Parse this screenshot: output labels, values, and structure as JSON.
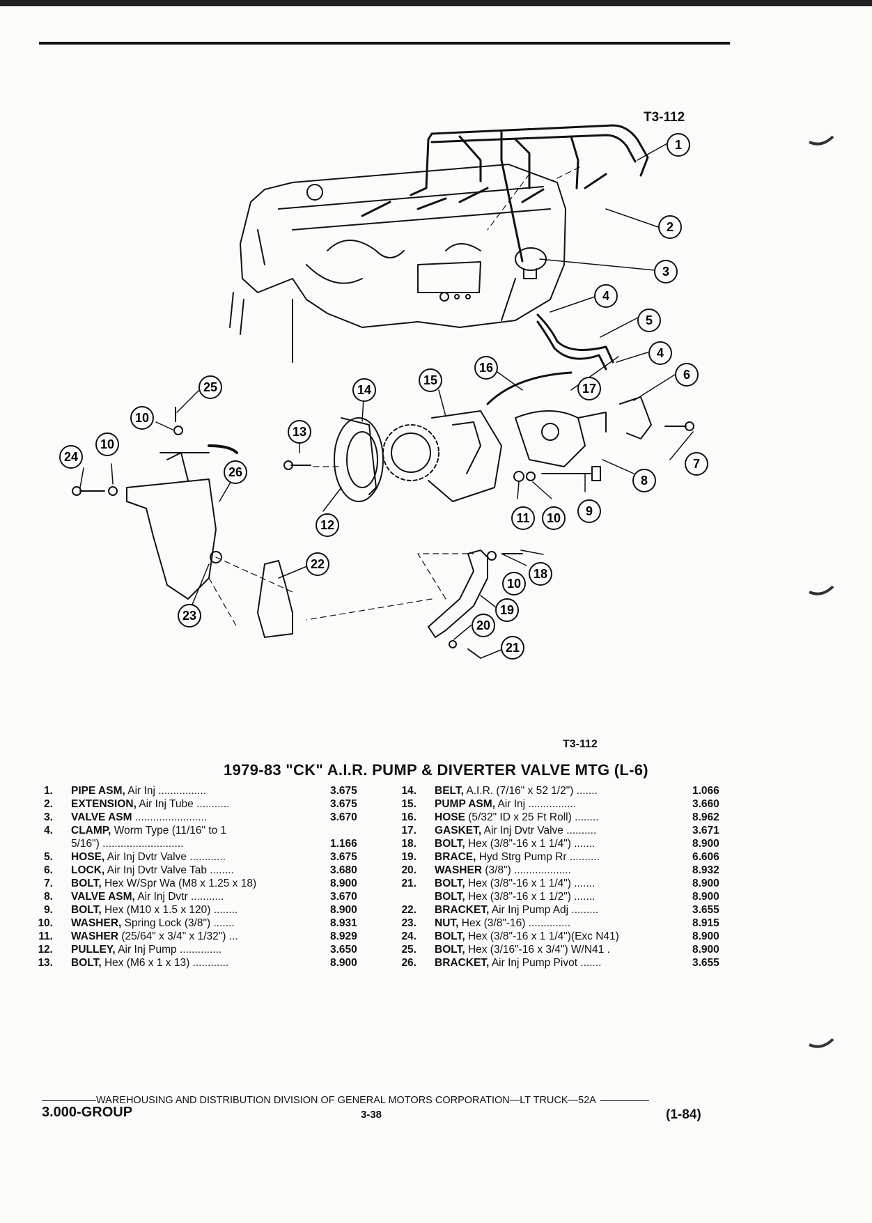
{
  "figure_code_top": "T3-112",
  "figure_code_bottom": "T3-112",
  "title": "1979-83 \"CK\" A.I.R. PUMP & DIVERTER VALVE MTG (L-6)",
  "callouts": [
    "1",
    "2",
    "3",
    "4",
    "5",
    "4",
    "6",
    "7",
    "8",
    "9",
    "10",
    "11",
    "12",
    "13",
    "14",
    "15",
    "16",
    "17",
    "18",
    "10",
    "19",
    "20",
    "21",
    "22",
    "23",
    "24",
    "10",
    "10",
    "25",
    "26"
  ],
  "parts_left": [
    {
      "num": "1.",
      "name": "PIPE ASM,",
      "desc": "Air Inj",
      "dots": "................",
      "grp": "3.675"
    },
    {
      "num": "2.",
      "name": "EXTENSION,",
      "desc": "Air Inj Tube",
      "dots": "...........",
      "grp": "3.675"
    },
    {
      "num": "3.",
      "name": "VALVE ASM",
      "desc": "",
      "dots": "........................",
      "grp": "3.670"
    },
    {
      "num": "4.",
      "name": "CLAMP,",
      "desc": "Worm Type (11/16\" to 1",
      "dots": "",
      "grp": ""
    },
    {
      "num": "",
      "name": "",
      "desc": "5/16\")",
      "dots": "...........................",
      "grp": "1.166"
    },
    {
      "num": "5.",
      "name": "HOSE,",
      "desc": "Air Inj Dvtr Valve",
      "dots": "............",
      "grp": "3.675"
    },
    {
      "num": "6.",
      "name": "LOCK,",
      "desc": "Air Inj Dvtr Valve Tab",
      "dots": "........",
      "grp": "3.680"
    },
    {
      "num": "7.",
      "name": "BOLT,",
      "desc": "Hex W/Spr Wa (M8 x 1.25 x 18)",
      "dots": "",
      "grp": "8.900"
    },
    {
      "num": "8.",
      "name": "VALVE ASM,",
      "desc": "Air Inj Dvtr",
      "dots": "...........",
      "grp": "3.670"
    },
    {
      "num": "9.",
      "name": "BOLT,",
      "desc": "Hex (M10 x 1.5 x 120)",
      "dots": "........",
      "grp": "8.900"
    },
    {
      "num": "10.",
      "name": "WASHER,",
      "desc": "Spring Lock (3/8\")",
      "dots": ".......",
      "grp": "8.931"
    },
    {
      "num": "11.",
      "name": "WASHER",
      "desc": "(25/64\" x 3/4\" x 1/32\")",
      "dots": "...",
      "grp": "8.929"
    },
    {
      "num": "12.",
      "name": "PULLEY,",
      "desc": "Air Inj Pump",
      "dots": "..............",
      "grp": "3.650"
    },
    {
      "num": "13.",
      "name": "BOLT,",
      "desc": "Hex (M6 x 1 x 13)",
      "dots": "............",
      "grp": "8.900"
    }
  ],
  "parts_right": [
    {
      "num": "14.",
      "name": "BELT,",
      "desc": "A.I.R. (7/16\" x 52 1/2\")",
      "dots": ".......",
      "grp": "1.066"
    },
    {
      "num": "15.",
      "name": "PUMP ASM,",
      "desc": "Air Inj",
      "dots": "................",
      "grp": "3.660"
    },
    {
      "num": "16.",
      "name": "HOSE",
      "desc": "(5/32\" ID x 25 Ft Roll)",
      "dots": "........",
      "grp": "8.962"
    },
    {
      "num": "17.",
      "name": "GASKET,",
      "desc": "Air Inj Dvtr Valve",
      "dots": "..........",
      "grp": "3.671"
    },
    {
      "num": "18.",
      "name": "BOLT,",
      "desc": "Hex (3/8\"-16 x 1 1/4\")",
      "dots": ".......",
      "grp": "8.900"
    },
    {
      "num": "19.",
      "name": "BRACE,",
      "desc": "Hyd Strg Pump Rr",
      "dots": "..........",
      "grp": "6.606"
    },
    {
      "num": "20.",
      "name": "WASHER",
      "desc": "(3/8\")",
      "dots": "...................",
      "grp": "8.932"
    },
    {
      "num": "21.",
      "name": "BOLT,",
      "desc": "Hex (3/8\"-16 x 1 1/4\")",
      "dots": ".......",
      "grp": "8.900"
    },
    {
      "num": "",
      "name": "BOLT,",
      "desc": "Hex (3/8\"-16 x 1 1/2\")",
      "dots": ".......",
      "grp": "8.900"
    },
    {
      "num": "22.",
      "name": "BRACKET,",
      "desc": "Air Inj Pump Adj",
      "dots": ".........",
      "grp": "3.655"
    },
    {
      "num": "23.",
      "name": "NUT,",
      "desc": "Hex (3/8\"-16)",
      "dots": "..............",
      "grp": "8.915"
    },
    {
      "num": "24.",
      "name": "BOLT,",
      "desc": "Hex (3/8\"-16 x 1 1/4\")(Exc N41)",
      "dots": "",
      "grp": "8.900"
    },
    {
      "num": "25.",
      "name": "BOLT,",
      "desc": "Hex (3/16\"-16 x 3/4\") W/N41",
      "dots": ".",
      "grp": "8.900"
    },
    {
      "num": "26.",
      "name": "BRACKET,",
      "desc": "Air Inj Pump Pivot",
      "dots": ".......",
      "grp": "3.655"
    }
  ],
  "footer": {
    "division": "WAREHOUSING AND DISTRIBUTION  DIVISION OF GENERAL MOTORS CORPORATION—LT TRUCK—52A",
    "group": "3.000-GROUP",
    "page": "3-38",
    "revision": "(1-84)"
  }
}
